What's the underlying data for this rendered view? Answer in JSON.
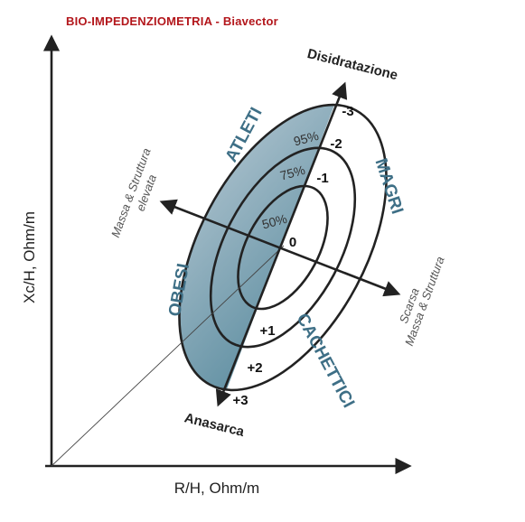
{
  "title": "BIO-IMPEDENZIOMETRIA  -  Biavector",
  "axes": {
    "x_label": "R/H, Ohm/m",
    "y_label": "Xc/H, Ohm/m"
  },
  "main_axis": {
    "top_label": "Disidratazione",
    "bottom_label": "Anasarca",
    "ticks": [
      "-3",
      "-2",
      "-1",
      "0",
      "+1",
      "+2",
      "+3"
    ]
  },
  "cross_axis": {
    "left_label_line1": "Massa & Struttura",
    "left_label_line2": "elevata",
    "right_label_line1": "Scarsa",
    "right_label_line2": "Massa & Struttura"
  },
  "ellipses": [
    "50%",
    "75%",
    "95%"
  ],
  "quadrants": {
    "top_left": "ATLETI",
    "top_right": "MAGRI",
    "bottom_left": "OBESI",
    "bottom_right": "CACHETTICI"
  },
  "colors": {
    "title": "#b3161b",
    "quadrant_label": "#3e6f86",
    "gradient_light": "#f2f5f8",
    "gradient_dark": "#2f6f86"
  }
}
